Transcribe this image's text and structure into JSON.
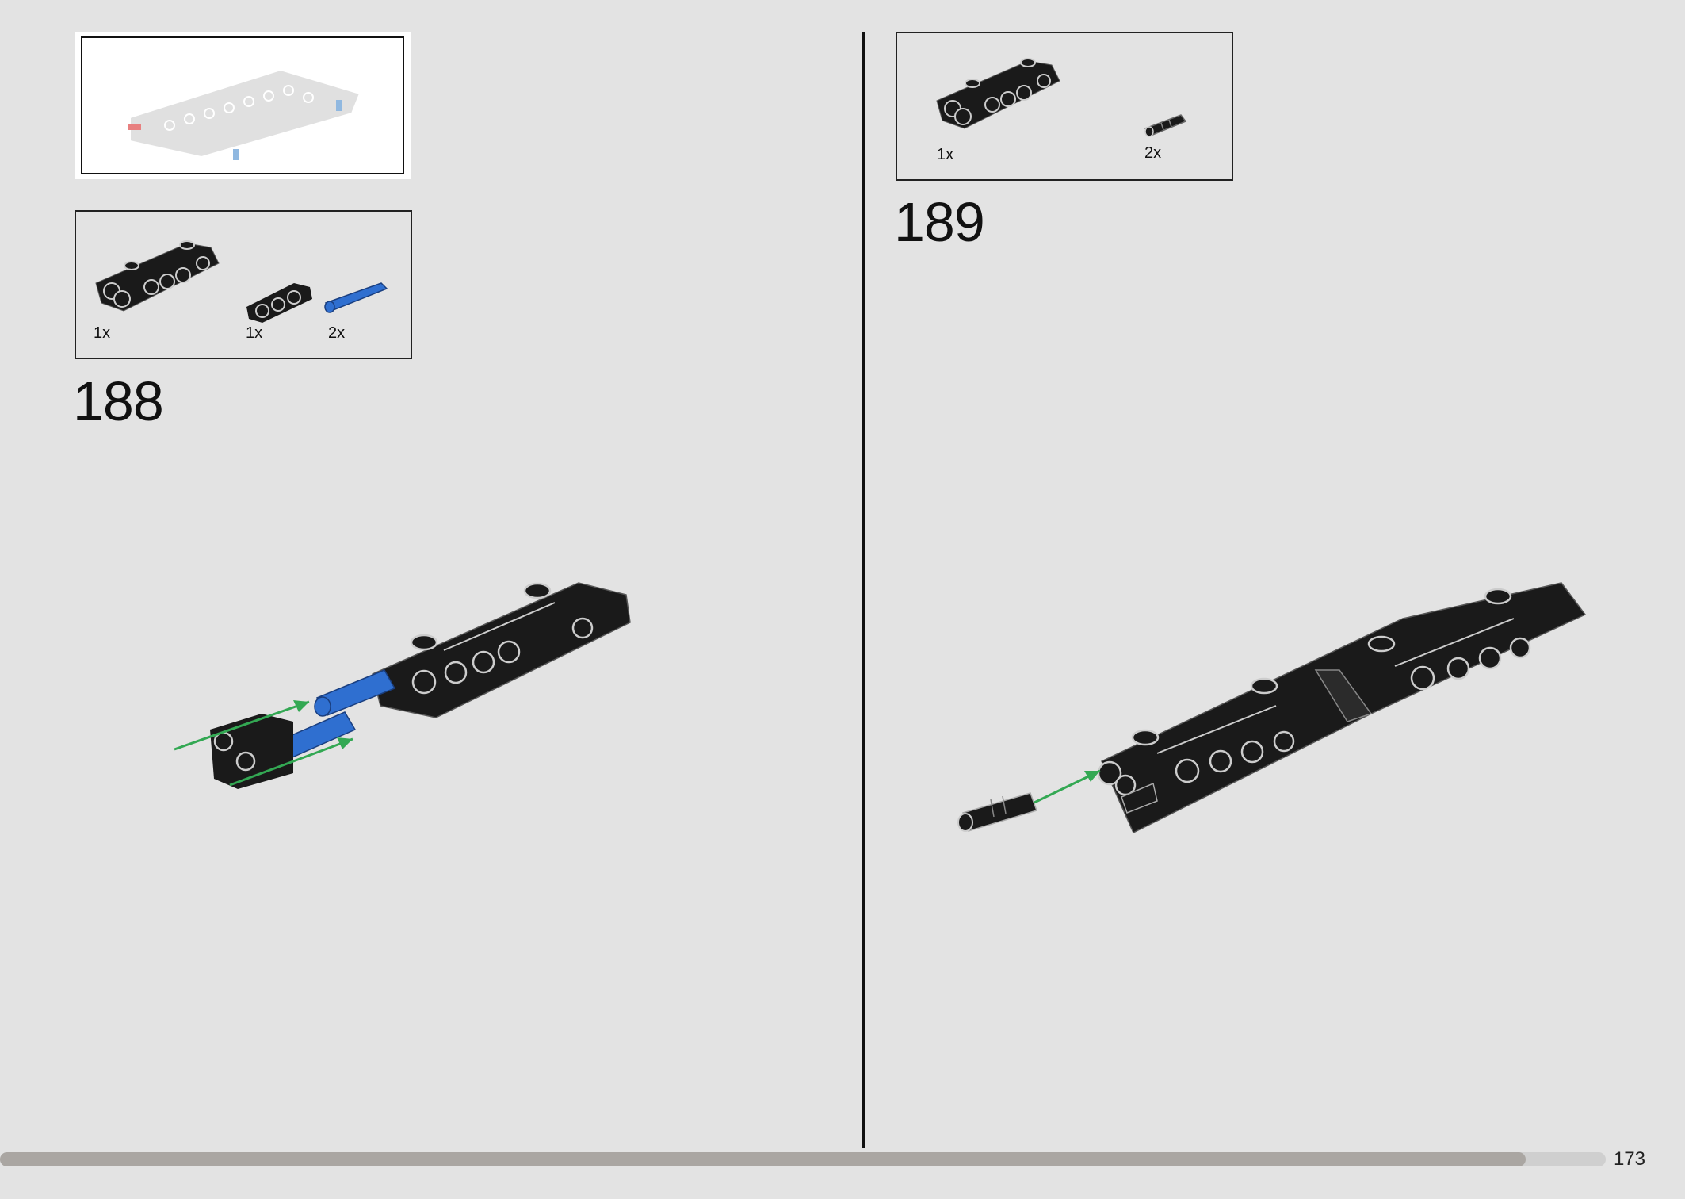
{
  "steps": [
    {
      "number": "188",
      "parts": [
        {
          "qty": "1x",
          "icon": "black-double-beam-icon"
        },
        {
          "qty": "1x",
          "icon": "black-short-beam-icon"
        },
        {
          "qty": "2x",
          "icon": "blue-pin-icon"
        }
      ]
    },
    {
      "number": "189",
      "parts": [
        {
          "qty": "1x",
          "icon": "black-double-beam-icon"
        },
        {
          "qty": "2x",
          "icon": "black-pin-icon"
        }
      ]
    }
  ],
  "page": {
    "number": "173",
    "progress": 0.95
  },
  "colors": {
    "background": "#e3e3e3",
    "part_black": "#1a1a1a",
    "pin_blue": "#2f6fd0",
    "arrow_green": "#33a853",
    "progress": "#aaa6a2"
  }
}
